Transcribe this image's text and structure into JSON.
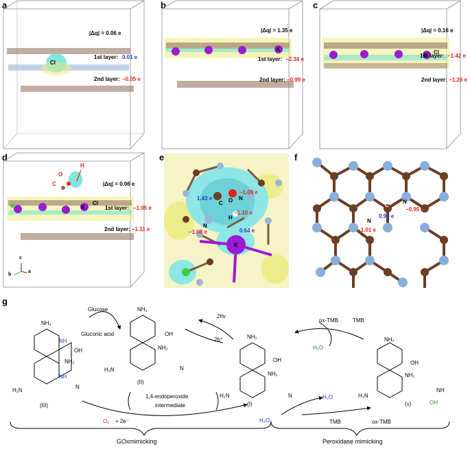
{
  "panels": {
    "a": {
      "label": "a",
      "dq": "|Δq| = 0.06 e",
      "l1": "1st layer:",
      "l1v": "0.01 e",
      "l2": "2nd layer:",
      "l2v": "−0.05 e",
      "cl": "Cl"
    },
    "b": {
      "label": "b",
      "dq": "|Δq| = 1.35 e",
      "l1": "1st layer:",
      "l1v": "−2.34 e",
      "l2": "2nd layer:",
      "l2v": "−0.99 e",
      "k": "K"
    },
    "c": {
      "label": "c",
      "dq": "|Δq| = 0.16 e",
      "l1": "1st layer:",
      "l1v": "−1.42 e",
      "l2": "2nd layer:",
      "l2v": "−1.26 e",
      "k": "K",
      "cl": "Cl"
    },
    "d": {
      "label": "d",
      "dq": "|Δq| = 0.06 e",
      "l1": "1st layer:",
      "l1v": "−1.05 e",
      "l2": "2nd layer:",
      "l2v": "−1.11 e",
      "k": "K",
      "cl": "Cl",
      "o": "O",
      "c": "C",
      "h": "H",
      "ax_c": "c",
      "ax_b": "b",
      "ax_a": "a"
    },
    "e": {
      "label": "e",
      "v143": "1.43 e",
      "v109": "−1.09 e",
      "v110": "−1.10 e",
      "v108": "−1.08 e",
      "v064": "0.64 e",
      "C": "C",
      "O": "O",
      "N1": "N",
      "N2": "N",
      "H": "H",
      "K": "K"
    },
    "f": {
      "label": "f",
      "C": "C",
      "N1": "N",
      "N2": "N",
      "v099": "0.99 e",
      "v095": "−0.95 e",
      "v101": "−1.01 e"
    }
  },
  "scheme": {
    "label": "g",
    "glucose": "Glucose",
    "gluconic": "Gluconic acid",
    "hv": "2hv",
    "h": "2h⁺",
    "oxtmb1": "ox-TMB",
    "tmb1": "TMB",
    "h2o1": "H₂O",
    "h2o2": "H₂O₂",
    "h2o2b": "H₂O",
    "tmb2": "TMB",
    "oxtmb2": "ox-TMB",
    "o2": "O₂",
    "e2": "+ 2e⁻",
    "endo1": "1,4-endoperoxide",
    "endo2": "intermediate",
    "cIII": "(III)",
    "cII": "(II)",
    "cI": "(I)",
    "cv": "(v)",
    "gox": "GOxmimicking",
    "perox": "Peroxidase mimicking",
    "nh2": "NH₂",
    "oh": "OH",
    "nh": "NH",
    "n": "N",
    "h2n": "H₂N"
  }
}
